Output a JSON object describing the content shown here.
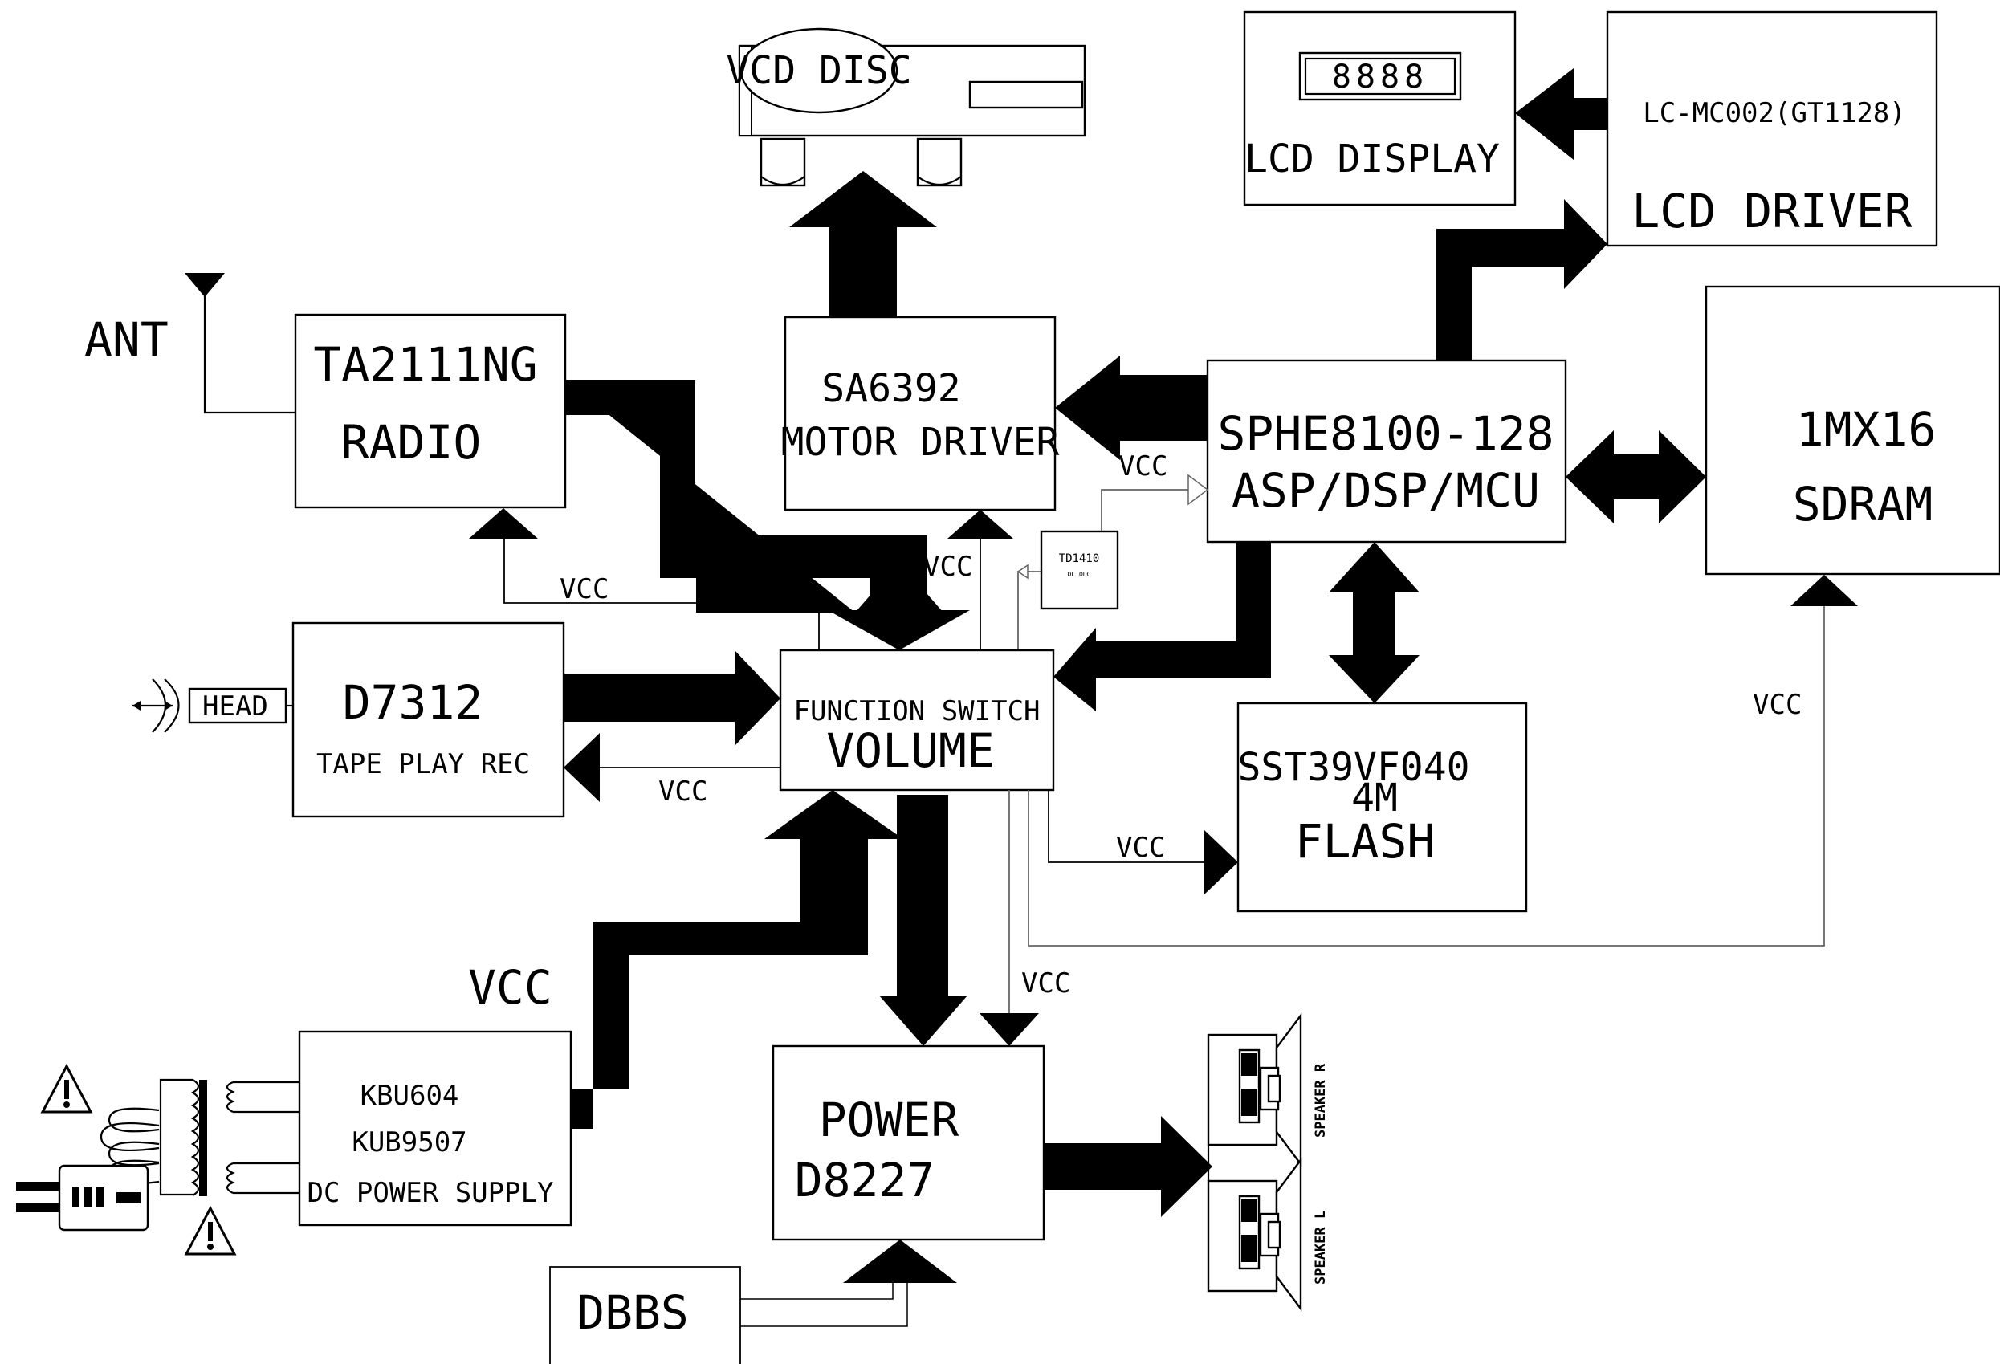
{
  "vcd": {
    "label": "VCD DISC"
  },
  "lcd_display": {
    "label": "LCD DISPLAY",
    "segments": "8888"
  },
  "lcd_driver": {
    "line1": "LC-MC002(GT1128)",
    "line2": "LCD DRIVER"
  },
  "antenna": {
    "label": "ANT"
  },
  "radio": {
    "line1": "TA2111NG",
    "line2": "RADIO"
  },
  "motor": {
    "line1": "SA6392",
    "line2": "MOTOR DRIVER"
  },
  "dsp": {
    "line1": "SPHE8100-128",
    "line2": "ASP/DSP/MCU"
  },
  "sdram": {
    "line1": "1MX16",
    "line2": "SDRAM"
  },
  "dcdc": {
    "line1": "TD1410",
    "line2": "DCTODC"
  },
  "tape": {
    "line1": "D7312",
    "line2": "TAPE PLAY REC"
  },
  "head": {
    "label": "HEAD"
  },
  "function": {
    "line1": "FUNCTION SWITCH",
    "line2": "VOLUME"
  },
  "flash": {
    "line1": "SST39VF040",
    "line2": "4M",
    "line3": "FLASH"
  },
  "psu": {
    "line1": "KBU604",
    "line2": "KUB9507",
    "line3": "DC POWER SUPPLY"
  },
  "power": {
    "line1": "POWER",
    "line2": "D8227"
  },
  "dbbs": {
    "label": "DBBS"
  },
  "speakers": {
    "right": "SPEAKER R",
    "left": "SPEAKER L"
  },
  "vcc": {
    "radio": "VCC",
    "motor": "VCC",
    "dsp": "VCC",
    "tape": "VCC",
    "flash": "VCC",
    "sdram": "VCC",
    "power": "VCC",
    "psu": "VCC"
  }
}
